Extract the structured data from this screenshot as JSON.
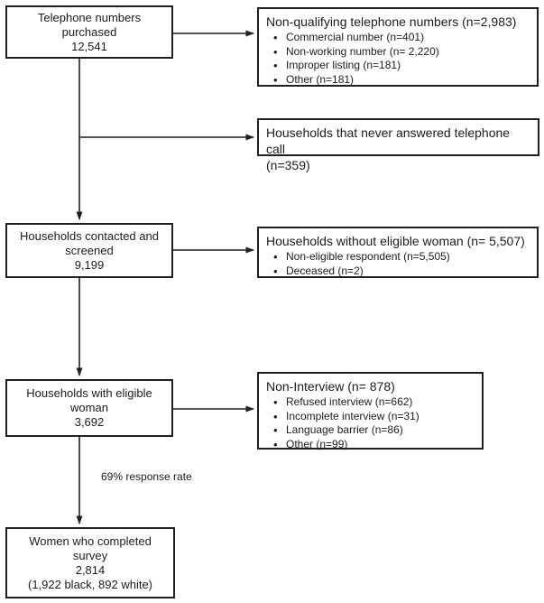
{
  "flow": {
    "left_boxes": [
      {
        "lines": [
          "Telephone numbers",
          "purchased",
          "12,541"
        ]
      },
      {
        "lines": [
          "Households contacted and",
          "screened",
          "9,199"
        ]
      },
      {
        "lines": [
          "Households with eligible",
          "woman",
          "3,692"
        ]
      },
      {
        "lines": [
          "Women who completed",
          "survey",
          "2,814",
          "(1,922 black, 892 white)"
        ]
      }
    ],
    "right_boxes": [
      {
        "title": "Non-qualifying telephone numbers (n=2,983)",
        "bullets": [
          "Commercial number (n=401)",
          "Non-working number (n= 2,220)",
          "Improper listing (n=181)",
          "Other (n=181)"
        ]
      },
      {
        "title": "Households that never answered telephone call",
        "title_line2": "(n=359)",
        "bullets": []
      },
      {
        "title": "Households without eligible woman (n= 5,507)",
        "bullets": [
          "Non-eligible respondent (n=5,505)",
          "Deceased (n=2)"
        ]
      },
      {
        "title": "Non-Interview (n= 878)",
        "bullets": [
          "Refused interview (n=662)",
          "Incomplete interview (n=31)",
          "Language barrier (n=86)",
          "Other (n=99)"
        ]
      }
    ],
    "annotation": "69% response rate",
    "colors": {
      "border": "#1f1f1f",
      "text": "#1c1c1c",
      "background": "#ffffff"
    }
  }
}
